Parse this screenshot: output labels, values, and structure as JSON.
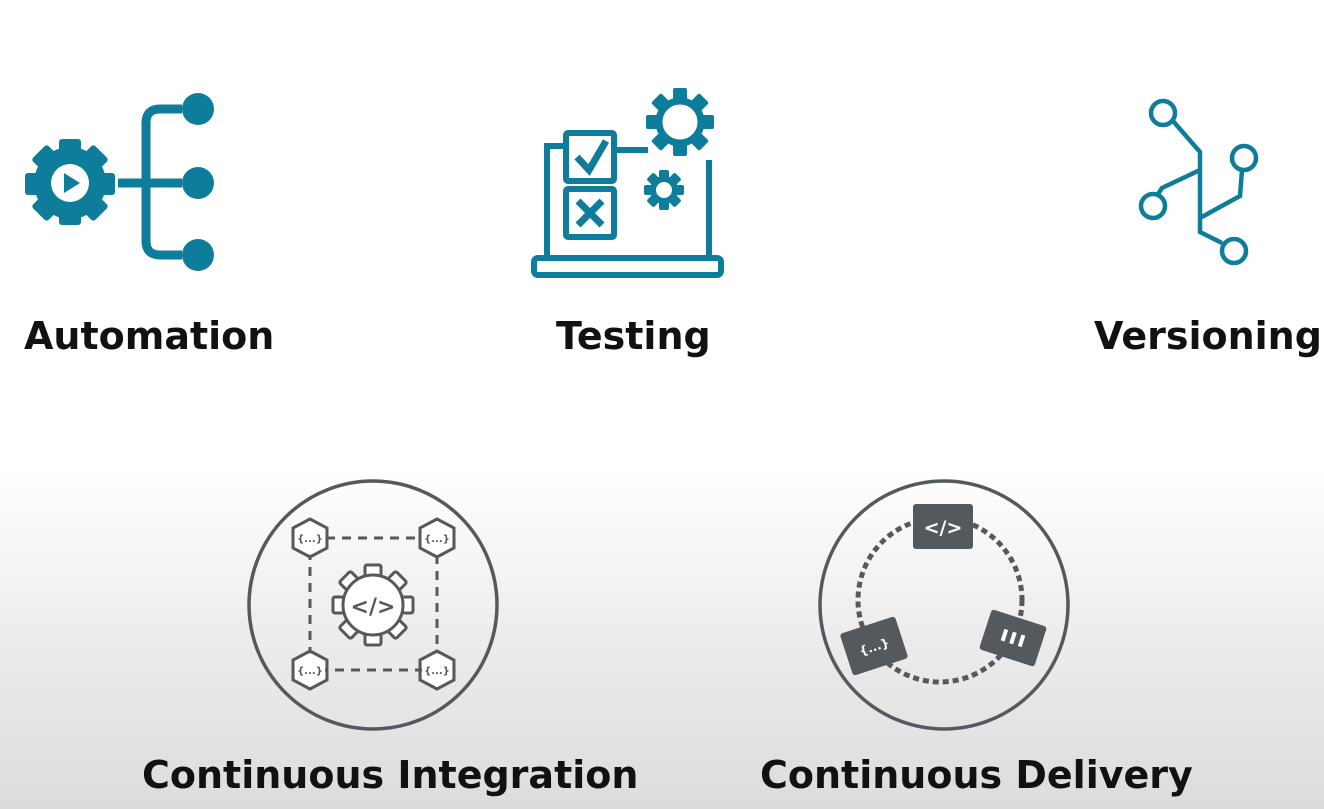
{
  "colors": {
    "teal": "#0e7c9b",
    "gray": "#55595e",
    "text": "#111111"
  },
  "concepts": [
    {
      "label": "Automation",
      "icon": "gear-play-branch-icon"
    },
    {
      "label": "Testing",
      "icon": "laptop-checklist-gears-icon"
    },
    {
      "label": "Versioning",
      "icon": "version-branches-icon"
    },
    {
      "label": "Continuous Integration",
      "icon": "ci-cycle-icon",
      "badges": [
        "{...}",
        "{...}",
        "{...}",
        "{...}"
      ],
      "center": "</>"
    },
    {
      "label": "Continuous Delivery",
      "icon": "cd-cycle-icon",
      "badges": [
        "</>",
        "{...}"
      ]
    }
  ]
}
